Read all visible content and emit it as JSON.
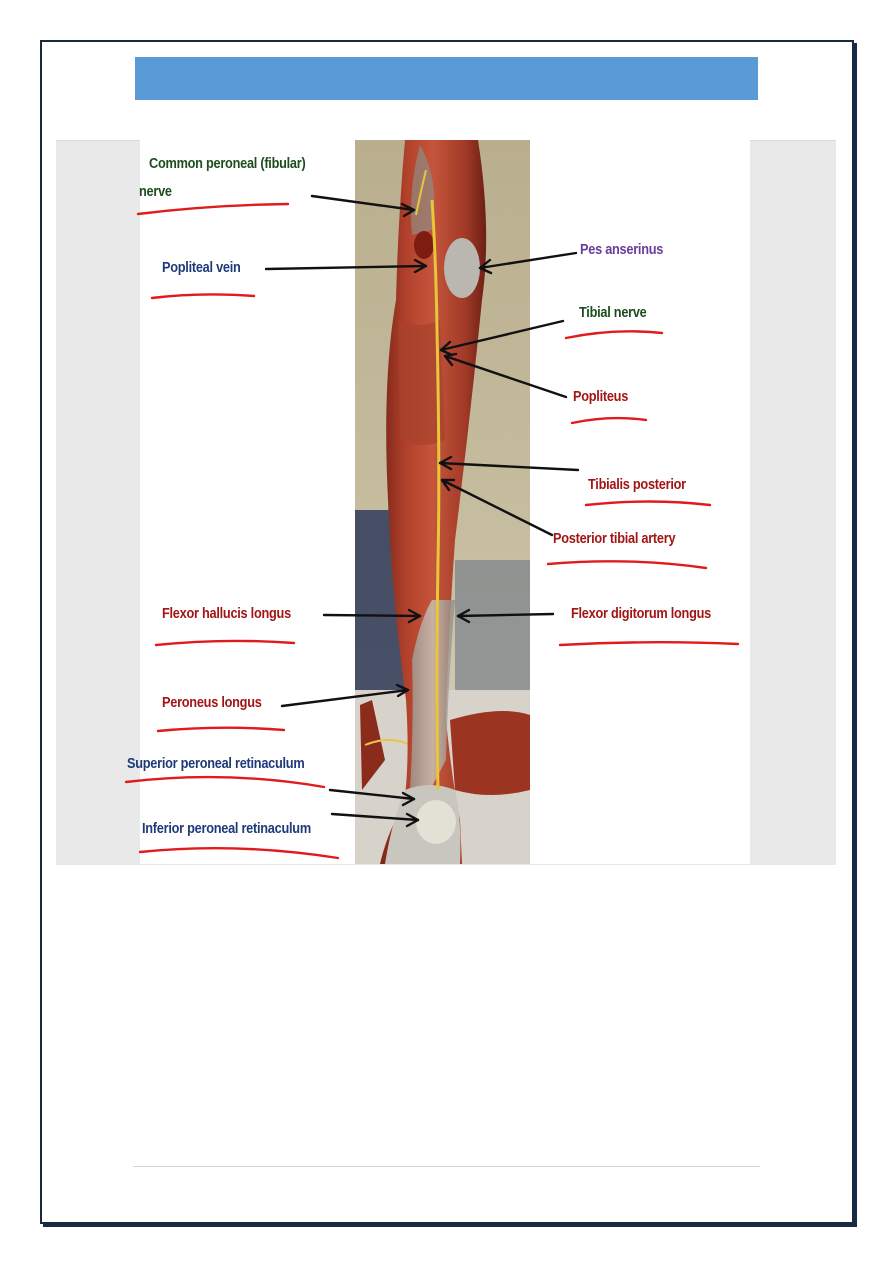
{
  "colors": {
    "header_bar": "#5b9bd5",
    "frame": "#1a2a44",
    "underline": "#e01b1b",
    "arrow": "#111111",
    "label_green": "#1d4d1d",
    "label_navy": "#1f3a78",
    "label_purple": "#6a3d9a",
    "label_red": "#a31515"
  },
  "figure": {
    "labels": {
      "common_peroneal_line1": "Common peroneal (fibular)",
      "common_peroneal_line2": "nerve",
      "popliteal_vein": "Popliteal vein",
      "pes_anserinus": "Pes anserinus",
      "tibial_nerve": "Tibial nerve",
      "popliteus": "Popliteus",
      "tibialis_posterior": "Tibialis posterior",
      "posterior_tibial_artery": "Posterior tibial artery",
      "flexor_hallucis_longus": "Flexor hallucis  longus",
      "flexor_digitorum_longus": "Flexor digitorum longus",
      "peroneus_longus": "Peroneus longus",
      "superior_peroneal_retinaculum": "Superior peroneal retinaculum",
      "inferior_peroneal_retinaculum": "Inferior peroneal retinaculum"
    }
  }
}
